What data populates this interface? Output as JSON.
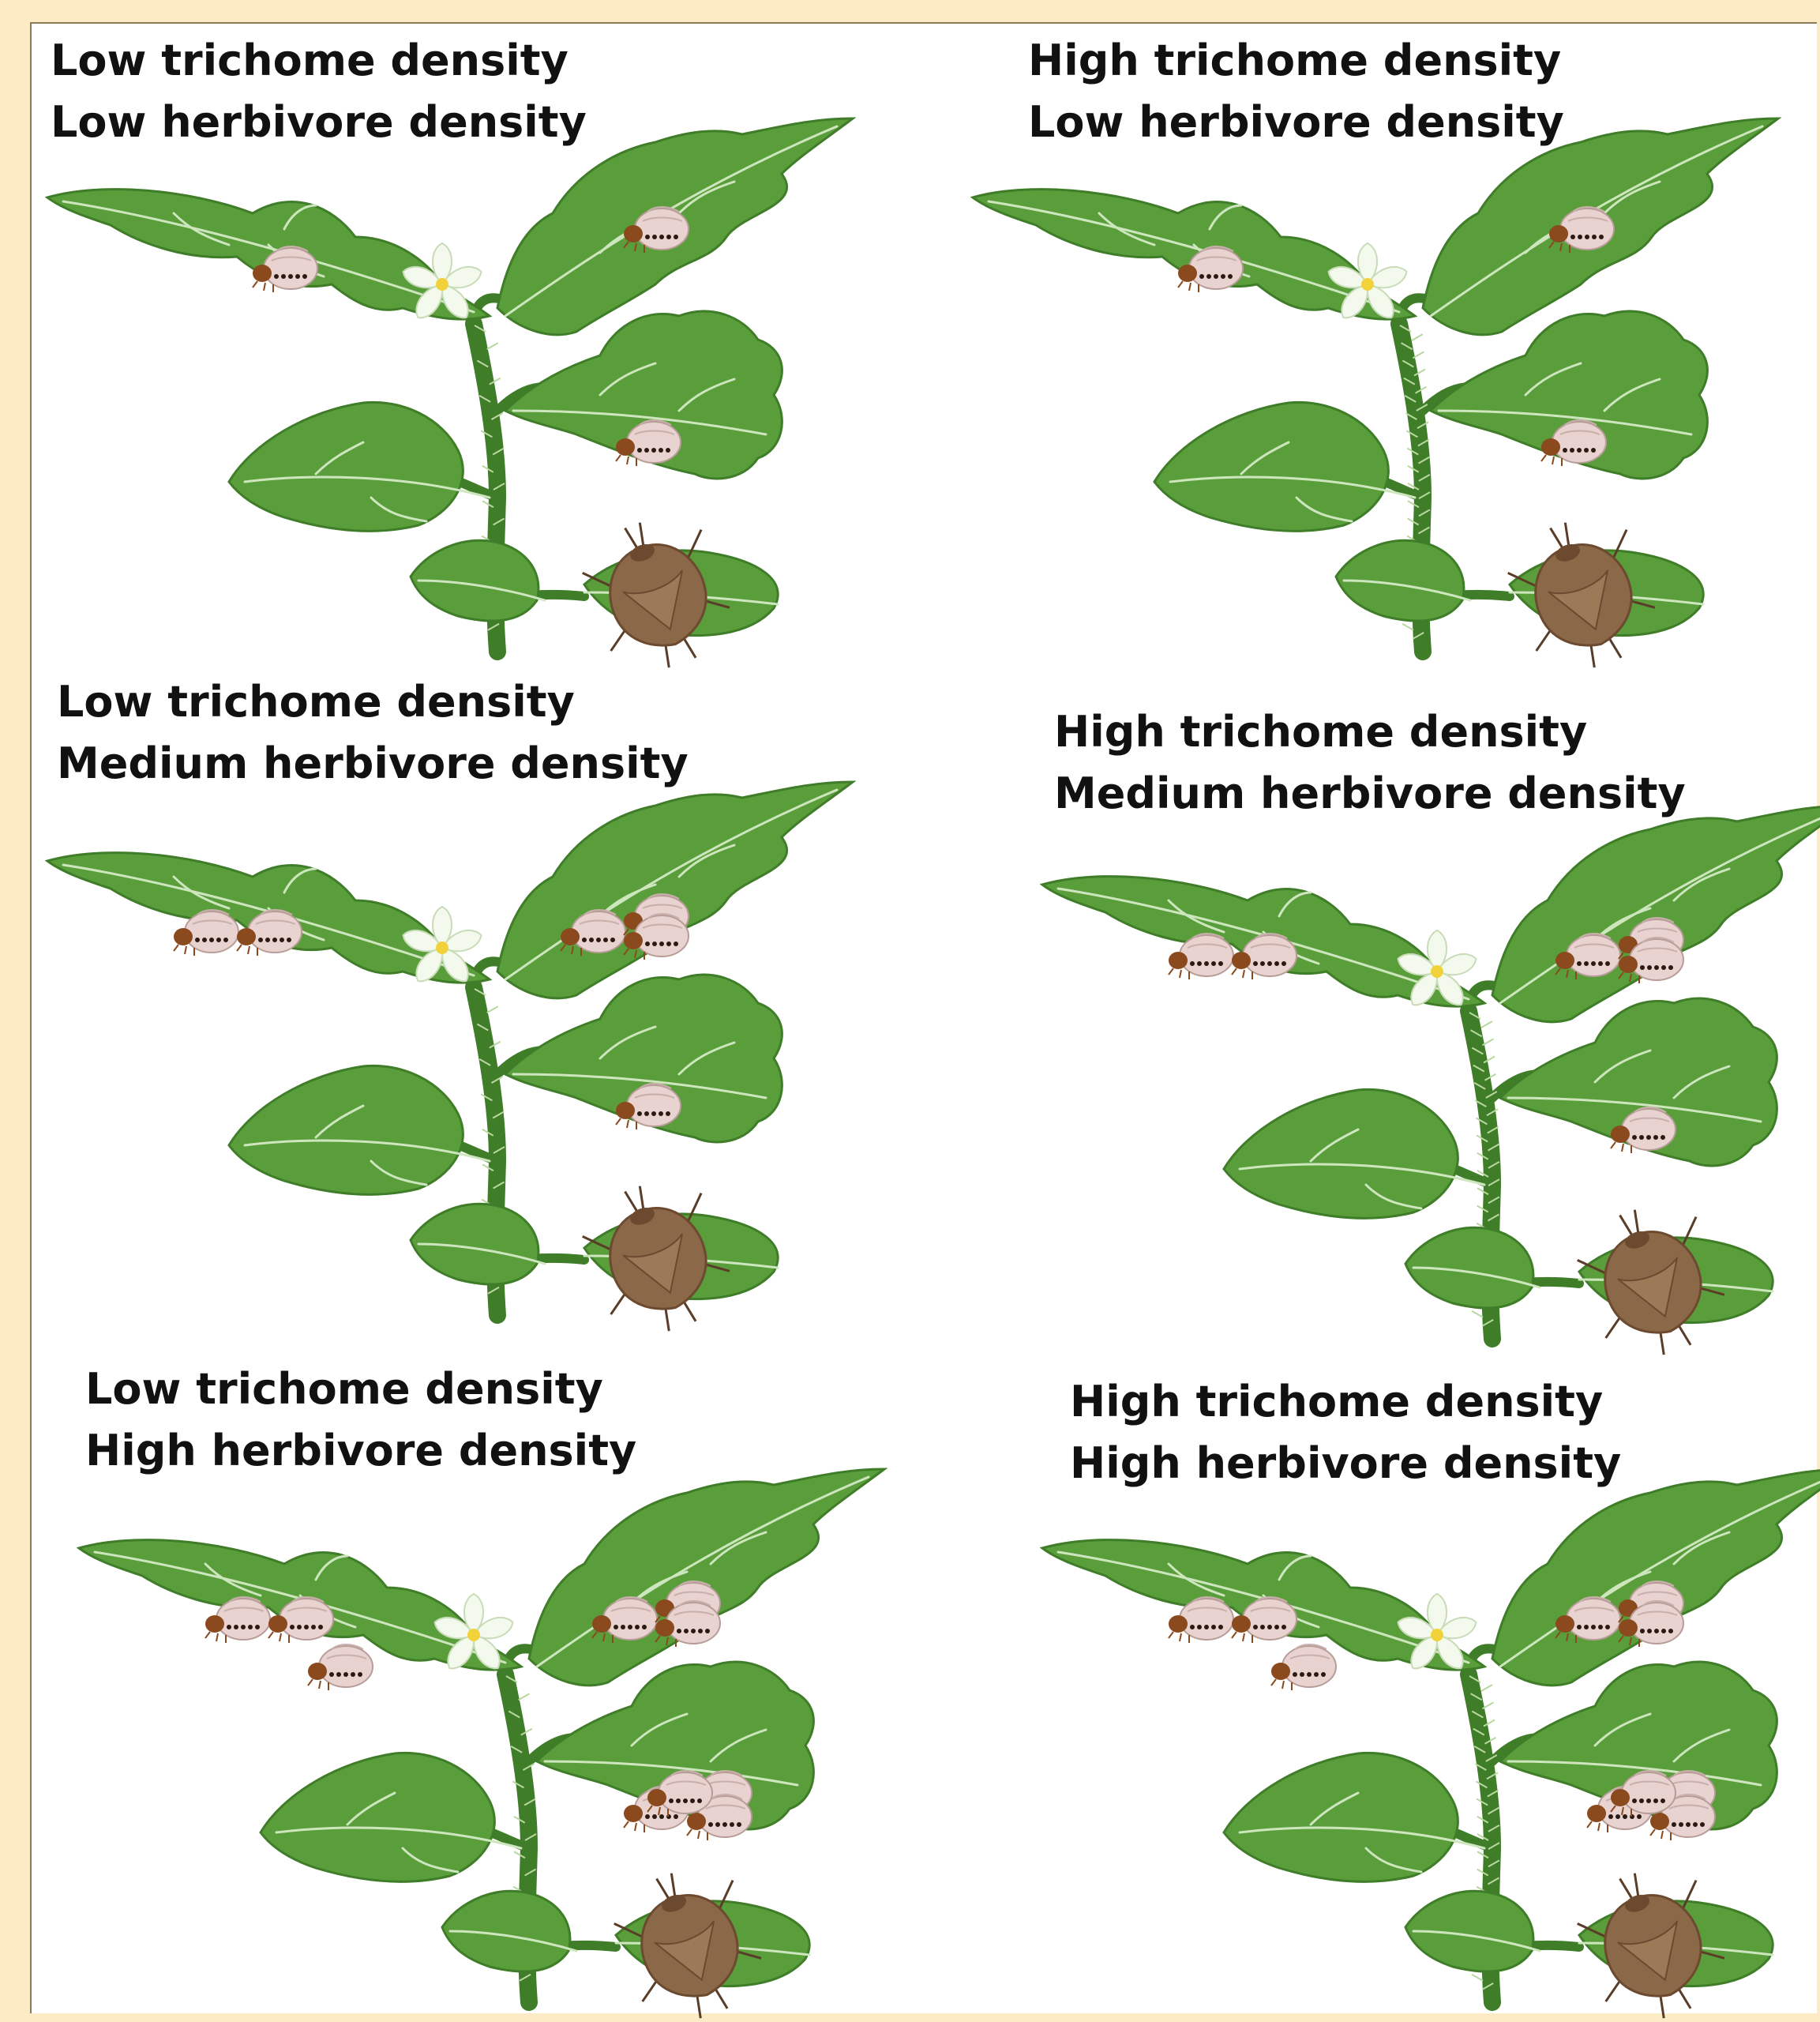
{
  "panels": [
    {
      "trichome": "Low trichome density",
      "herbivore": "Low herbivore density",
      "larvae": 3
    },
    {
      "trichome": "High trichome density",
      "herbivore": "Low herbivore density",
      "larvae": 3
    },
    {
      "trichome": "Low trichome density",
      "herbivore": "Medium herbivore density",
      "larvae": 6
    },
    {
      "trichome": "High trichome density",
      "herbivore": "Medium herbivore density",
      "larvae": 6
    },
    {
      "trichome": "Low trichome density",
      "herbivore": "High herbivore density",
      "larvae": 10
    },
    {
      "trichome": "High trichome density",
      "herbivore": "High herbivore density",
      "larvae": 10
    }
  ],
  "colors": {
    "background": "#fdebc6",
    "leaf": "#5a9e3c",
    "leaf_dark": "#3f7d29",
    "vein": "#cde6bd",
    "larva": "#e8d3d0",
    "larva_head": "#8a4a1e",
    "bug": "#8b6848",
    "flower": "#f4f9ee",
    "flower_center": "#f2d23a"
  },
  "icons": {
    "larva": "beetle-larva-icon",
    "bug": "stink-bug-icon",
    "flower": "flower-icon"
  }
}
